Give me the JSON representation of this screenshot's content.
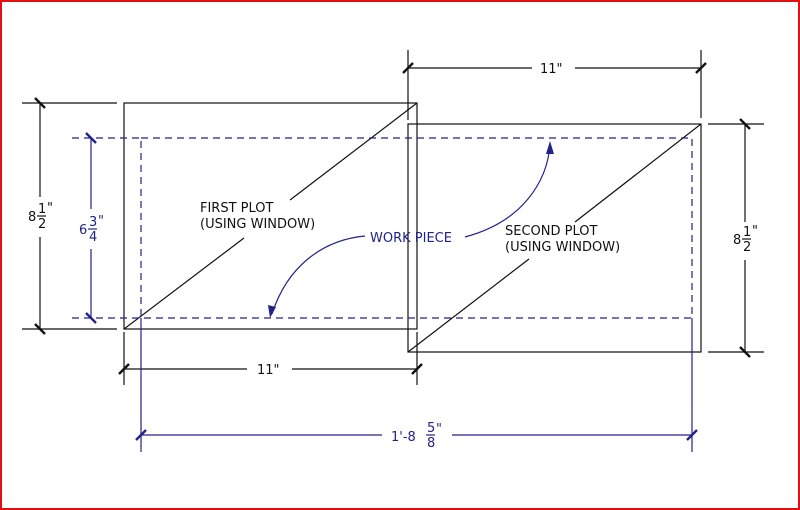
{
  "labels": {
    "first_plot_line1": "FIRST PLOT",
    "first_plot_line2": "(USING WINDOW)",
    "second_plot_line1": "SECOND PLOT",
    "second_plot_line2": "(USING WINDOW)",
    "work_piece": "WORK PIECE"
  },
  "dimensions": {
    "left_height": {
      "whole": "8",
      "num": "1",
      "den": "2",
      "unit": "\""
    },
    "work_height": {
      "whole": "6",
      "num": "3",
      "den": "4",
      "unit": "\""
    },
    "right_height": {
      "whole": "8",
      "num": "1",
      "den": "2",
      "unit": "\""
    },
    "bottom_width": "11\"",
    "top_width": "11\"",
    "overall_width": {
      "whole": "1'-8",
      "num": "5",
      "den": "8",
      "unit": "\""
    }
  },
  "colors": {
    "border": "#e01010",
    "work_piece": "#22228a",
    "lines": "#111111"
  }
}
